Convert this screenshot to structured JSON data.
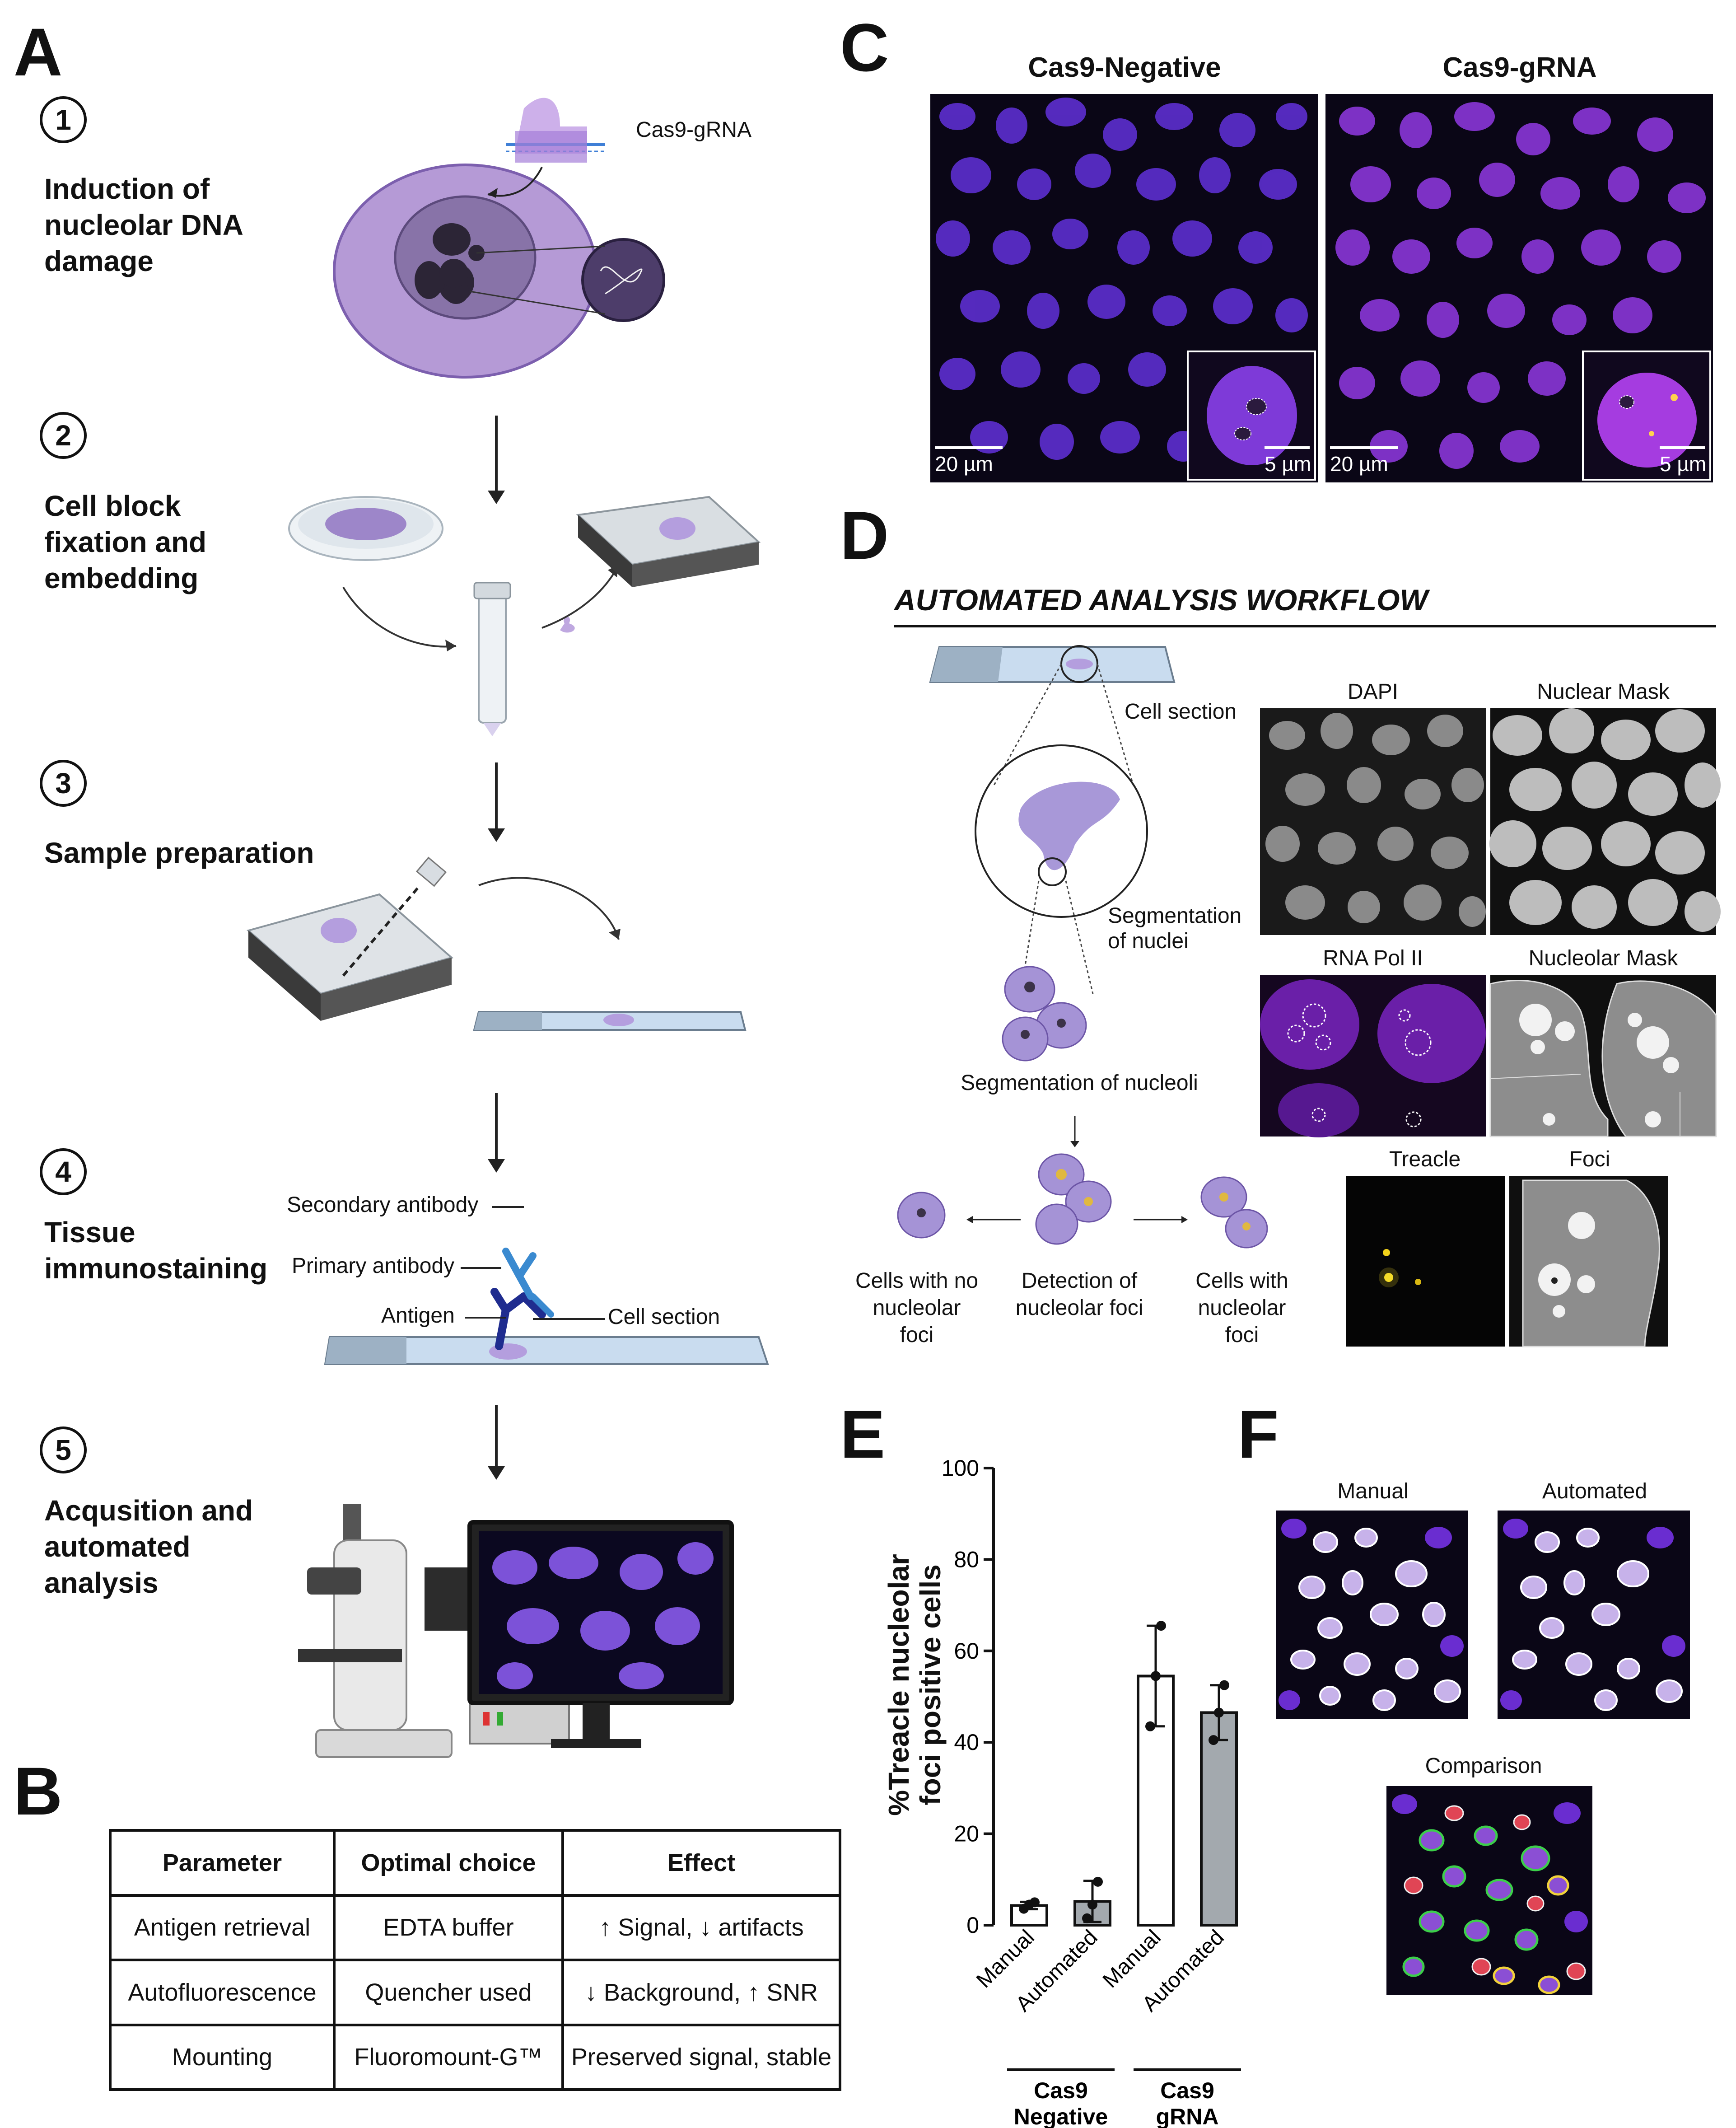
{
  "panel_labels": {
    "a": "A",
    "b": "B",
    "c": "C",
    "d": "D",
    "e": "E",
    "f": "F"
  },
  "panel_a": {
    "steps": [
      {
        "number": "1",
        "title_lines": [
          "Induction of",
          "nucleolar DNA",
          "damage"
        ]
      },
      {
        "number": "2",
        "title_lines": [
          "Cell block",
          "fixation and",
          "embedding"
        ]
      },
      {
        "number": "3",
        "title_lines": [
          "Sample preparation"
        ]
      },
      {
        "number": "4",
        "title_lines": [
          "Tissue",
          "immunostaining"
        ]
      },
      {
        "number": "5",
        "title_lines": [
          "Acqusition and",
          "automated",
          "analysis"
        ]
      }
    ],
    "cas9_label": "Cas9-gRNA",
    "secondary_antibody": "Secondary antibody",
    "primary_antibody": "Primary antibody",
    "antigen": "Antigen",
    "cell_section": "Cell section"
  },
  "panel_b": {
    "headers": [
      "Parameter",
      "Optimal choice",
      "Effect"
    ],
    "rows": [
      [
        "Antigen retrieval",
        "EDTA buffer",
        "↑ Signal, ↓ artifacts"
      ],
      [
        "Autofluorescence",
        "Quencher used",
        "↓ Background, ↑ SNR"
      ],
      [
        "Mounting",
        "Fluoromount-G™",
        "Preserved signal, stable"
      ]
    ]
  },
  "panel_c": {
    "left_title": "Cas9-Negative",
    "right_title": "Cas9-gRNA",
    "scale_large": "20 µm",
    "scale_small": "5 µm"
  },
  "panel_d": {
    "workflow_title": "AUTOMATED ANALYSIS WORKFLOW",
    "cell_section": "Cell section",
    "segmentation_nuclei": [
      "Segmentation",
      "of nuclei"
    ],
    "segmentation_nucleoli": "Segmentation of nucleoli",
    "no_foci": [
      "Cells with no",
      "nucleolar",
      "foci"
    ],
    "detection": [
      "Detection of",
      "nucleolar foci"
    ],
    "with_foci": [
      "Cells with",
      "nucleolar",
      "foci"
    ],
    "image_labels": {
      "dapi": "DAPI",
      "nuclear_mask": "Nuclear Mask",
      "rna_pol": "RNA Pol II",
      "nucleolar_mask": "Nucleolar Mask",
      "treacle": "Treacle",
      "foci": "Foci"
    }
  },
  "panel_f": {
    "manual": "Manual",
    "automated": "Automated",
    "comparison": "Comparison"
  },
  "chart_data": {
    "type": "bar",
    "categories": [
      "Manual",
      "Automated",
      "Manual",
      "Automated"
    ],
    "groups": [
      {
        "label_lines": [
          "Cas9",
          "Negative"
        ],
        "categories": [
          0,
          1
        ]
      },
      {
        "label_lines": [
          "Cas9",
          "gRNA"
        ],
        "categories": [
          2,
          3
        ]
      }
    ],
    "values": [
      4.3,
      5.2,
      54.5,
      46.5
    ],
    "errors": [
      0.8,
      4.5,
      11.0,
      6.0
    ],
    "points": [
      [
        3.6,
        4.5,
        5.0
      ],
      [
        1.5,
        4.5,
        9.5
      ],
      [
        43.5,
        54.5,
        65.5
      ],
      [
        40.5,
        46.5,
        52.5
      ]
    ],
    "bar_colors": [
      "#ffffff",
      "#a3a9ae",
      "#ffffff",
      "#a3a9ae"
    ],
    "ylabel_lines": [
      "%Treacle nucleolar",
      "foci positive cells"
    ],
    "xlabel": "",
    "title": "",
    "ylim": [
      0,
      100
    ],
    "yticks": [
      0,
      20,
      40,
      60,
      80,
      100
    ]
  }
}
